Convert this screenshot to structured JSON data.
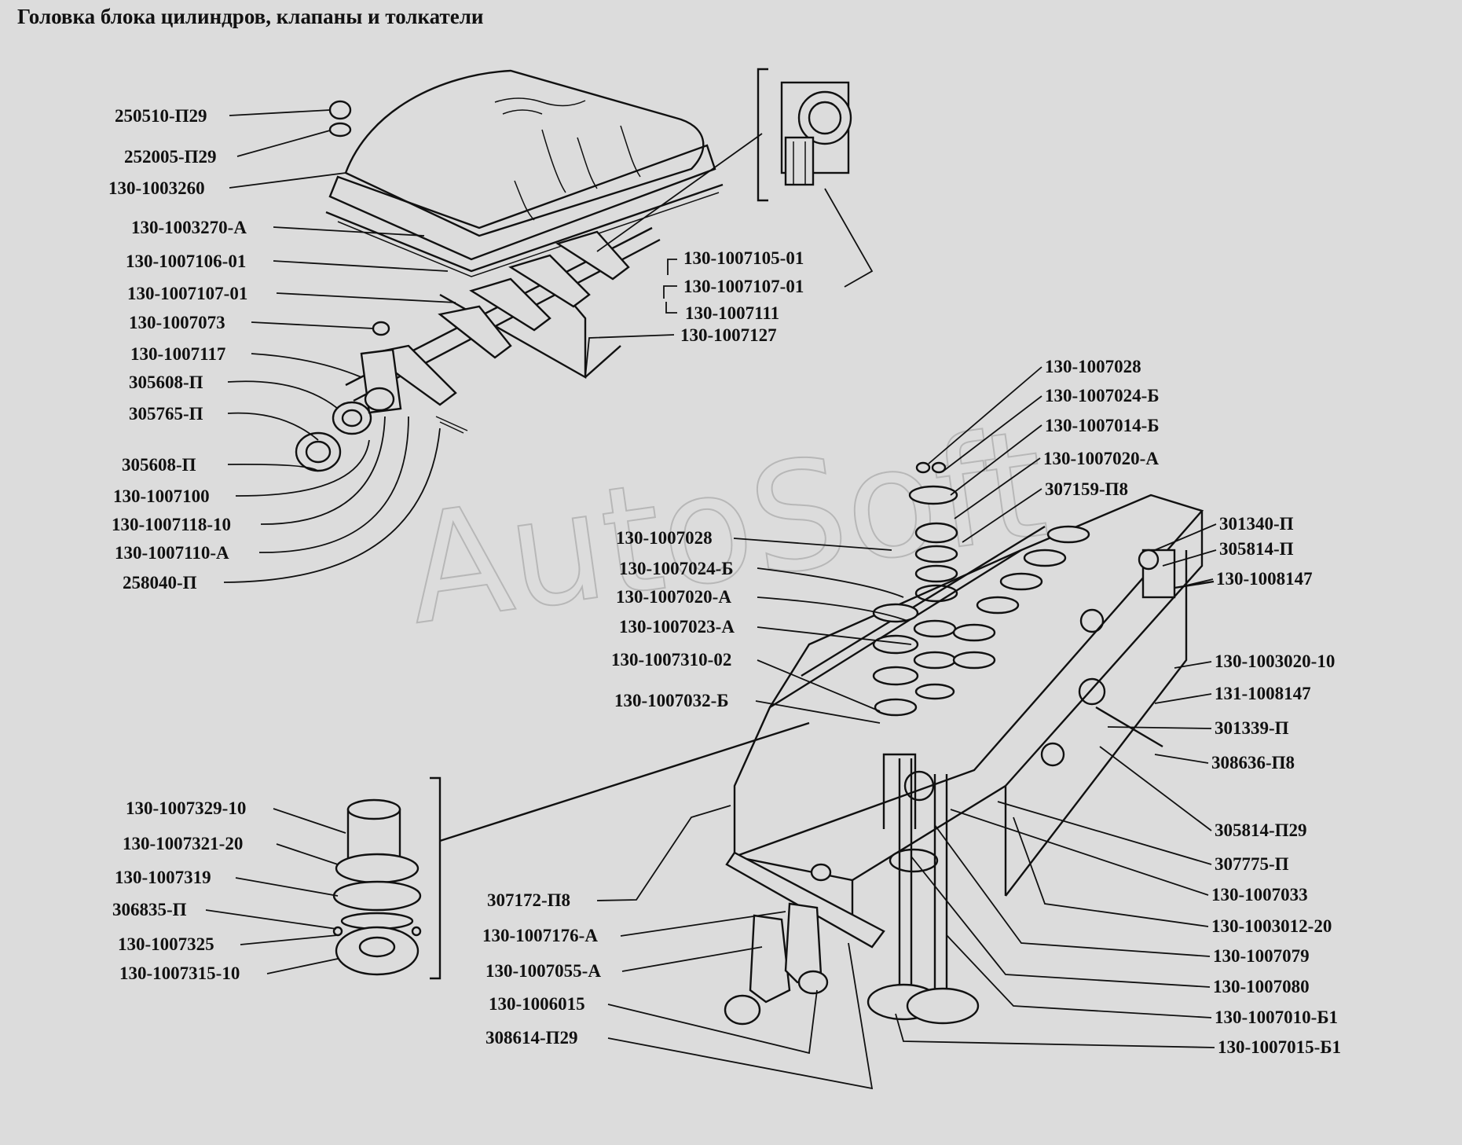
{
  "title": "Головка блока цилиндров, клапаны и толкатели",
  "watermark": "AutoSoft",
  "labels": [
    {
      "id": "p01",
      "text": "250510-П29"
    },
    {
      "id": "p02",
      "text": "252005-П29"
    },
    {
      "id": "p03",
      "text": "130-1003260"
    },
    {
      "id": "p04",
      "text": "130-1003270-А"
    },
    {
      "id": "p05",
      "text": "130-1007106-01"
    },
    {
      "id": "p06",
      "text": "130-1007107-01"
    },
    {
      "id": "p07",
      "text": "130-1007073"
    },
    {
      "id": "p08",
      "text": "130-1007117"
    },
    {
      "id": "p09",
      "text": "305608-П"
    },
    {
      "id": "p10",
      "text": "305765-П"
    },
    {
      "id": "p11",
      "text": "305608-П"
    },
    {
      "id": "p12",
      "text": "130-1007100"
    },
    {
      "id": "p13",
      "text": "130-1007118-10"
    },
    {
      "id": "p14",
      "text": "130-1007110-А"
    },
    {
      "id": "p15",
      "text": "258040-П"
    },
    {
      "id": "p16",
      "text": "130-1007105-01"
    },
    {
      "id": "p17",
      "text": "130-1007107-01"
    },
    {
      "id": "p18",
      "text": "130-1007111"
    },
    {
      "id": "p19",
      "text": "130-1007127"
    },
    {
      "id": "p20",
      "text": "130-1007028"
    },
    {
      "id": "p21",
      "text": "130-1007024-Б"
    },
    {
      "id": "p22",
      "text": "130-1007014-Б"
    },
    {
      "id": "p23",
      "text": "130-1007020-А"
    },
    {
      "id": "p24",
      "text": "307159-П8"
    },
    {
      "id": "p25",
      "text": "130-1007028"
    },
    {
      "id": "p26",
      "text": "130-1007024-Б"
    },
    {
      "id": "p27",
      "text": "130-1007020-А"
    },
    {
      "id": "p28",
      "text": "130-1007023-А"
    },
    {
      "id": "p29",
      "text": "130-1007310-02"
    },
    {
      "id": "p30",
      "text": "130-1007032-Б"
    },
    {
      "id": "p31",
      "text": "301340-П"
    },
    {
      "id": "p32",
      "text": "305814-П"
    },
    {
      "id": "p33",
      "text": "130-1008147"
    },
    {
      "id": "p34",
      "text": "130-1003020-10"
    },
    {
      "id": "p35",
      "text": "131-1008147"
    },
    {
      "id": "p36",
      "text": "301339-П"
    },
    {
      "id": "p37",
      "text": "308636-П8"
    },
    {
      "id": "p38",
      "text": "305814-П29"
    },
    {
      "id": "p39",
      "text": "307775-П"
    },
    {
      "id": "p40",
      "text": "130-1007033"
    },
    {
      "id": "p41",
      "text": "130-1003012-20"
    },
    {
      "id": "p42",
      "text": "130-1007079"
    },
    {
      "id": "p43",
      "text": "130-1007080"
    },
    {
      "id": "p44",
      "text": "130-1007010-Б1"
    },
    {
      "id": "p45",
      "text": "130-1007015-Б1"
    },
    {
      "id": "p46",
      "text": "130-1007329-10"
    },
    {
      "id": "p47",
      "text": "130-1007321-20"
    },
    {
      "id": "p48",
      "text": "130-1007319"
    },
    {
      "id": "p49",
      "text": "306835-П"
    },
    {
      "id": "p50",
      "text": "130-1007325"
    },
    {
      "id": "p51",
      "text": "130-1007315-10"
    },
    {
      "id": "p52",
      "text": "307172-П8"
    },
    {
      "id": "p53",
      "text": "130-1007176-А"
    },
    {
      "id": "p54",
      "text": "130-1007055-А"
    },
    {
      "id": "p55",
      "text": "130-1006015"
    },
    {
      "id": "p56",
      "text": "308614-П29"
    }
  ]
}
